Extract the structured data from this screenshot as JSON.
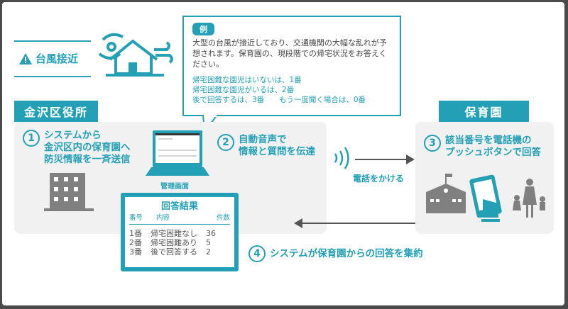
{
  "header": {
    "title": "台風接近",
    "warning_icon": "warning-icon",
    "illustration": "typhoon-house-icon"
  },
  "example": {
    "tag": "例",
    "message": "大型の台風が接近しており、交通機関の大幅な乱れが予想されます。保育園の、現段階での帰宅状況をお答えください。",
    "options": [
      "帰宅困難な園児はいないは、1番",
      "帰宅困難な園児がいるは、2番",
      "後で回答するは、3番　　もう一度聞く場合は、0番"
    ]
  },
  "left": {
    "label": "金沢区役所",
    "step1": {
      "num": "1",
      "text": [
        "システムから",
        "金沢区内の保育園へ",
        "防災情報を一斉送信"
      ]
    },
    "laptop_label": "管理画面",
    "step2": {
      "num": "2",
      "text": [
        "自動音声で",
        "情報と質問を伝達"
      ]
    }
  },
  "call": {
    "label": "電話をかける"
  },
  "right": {
    "label": "保育園",
    "step3": {
      "num": "3",
      "text": [
        "該当番号を電話機の",
        "プッシュボタンで回答"
      ]
    }
  },
  "results": {
    "title": "回答結果",
    "headers": [
      "番号",
      "内容",
      "件数"
    ],
    "rows": [
      [
        "1番",
        "帰宅困難なし",
        "36"
      ],
      [
        "2番",
        "帰宅困難あり",
        "5"
      ],
      [
        "3番",
        "後で回答する",
        "2"
      ]
    ]
  },
  "step4": {
    "num": "4",
    "text": "システムが保育園からの回答を集約"
  },
  "colors": {
    "accent": "#23a0b5",
    "gray": "#808080"
  }
}
